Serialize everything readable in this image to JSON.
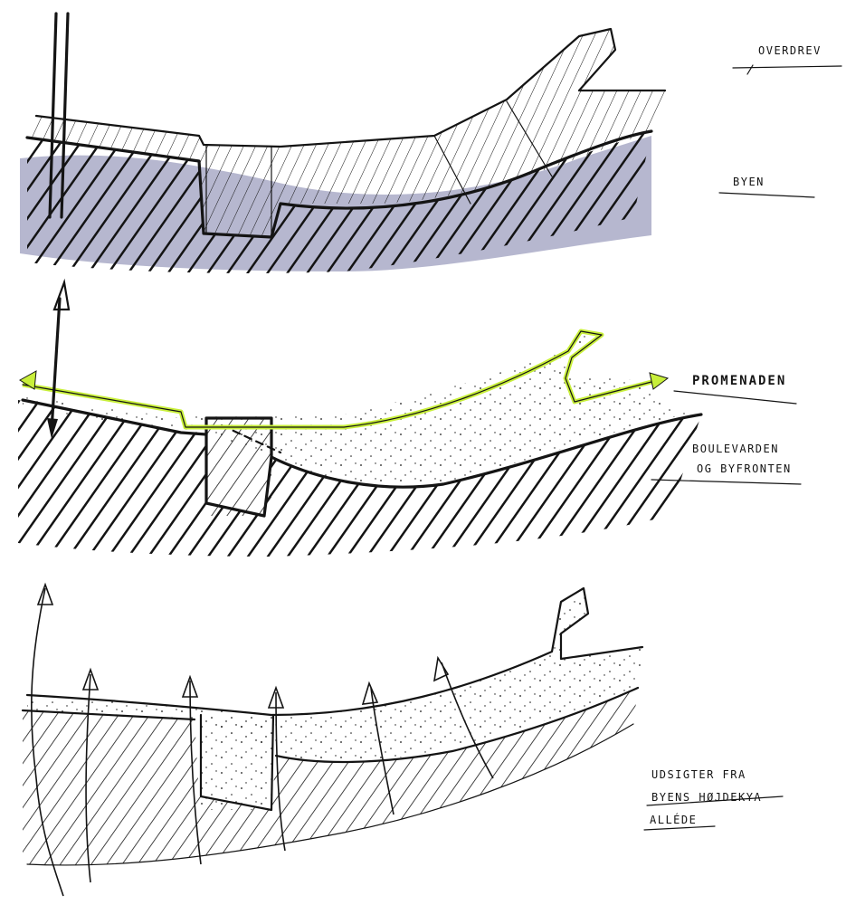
{
  "colors": {
    "ink": "#141414",
    "wash": "#a9aac7",
    "green": "#c8ef3a"
  },
  "panels": [
    {
      "id": "top",
      "labels": {
        "overdrev": "OVERDREV",
        "byen": "BYEN"
      }
    },
    {
      "id": "middle",
      "labels": {
        "promenaden": "PROMENADEN",
        "boulevarden_line1": "BOULEVARDEN",
        "boulevarden_line2": "OG BYFRONTEN"
      }
    },
    {
      "id": "bottom",
      "labels": {
        "line1": "UDSIGTER FRA",
        "line2": "BYENS HØJDEKYA",
        "line3": "ALLÉDE"
      }
    }
  ],
  "icons": [
    "arrow-up-icon",
    "double-arrow-icon",
    "arrow-left-icon",
    "arrow-right-icon"
  ]
}
